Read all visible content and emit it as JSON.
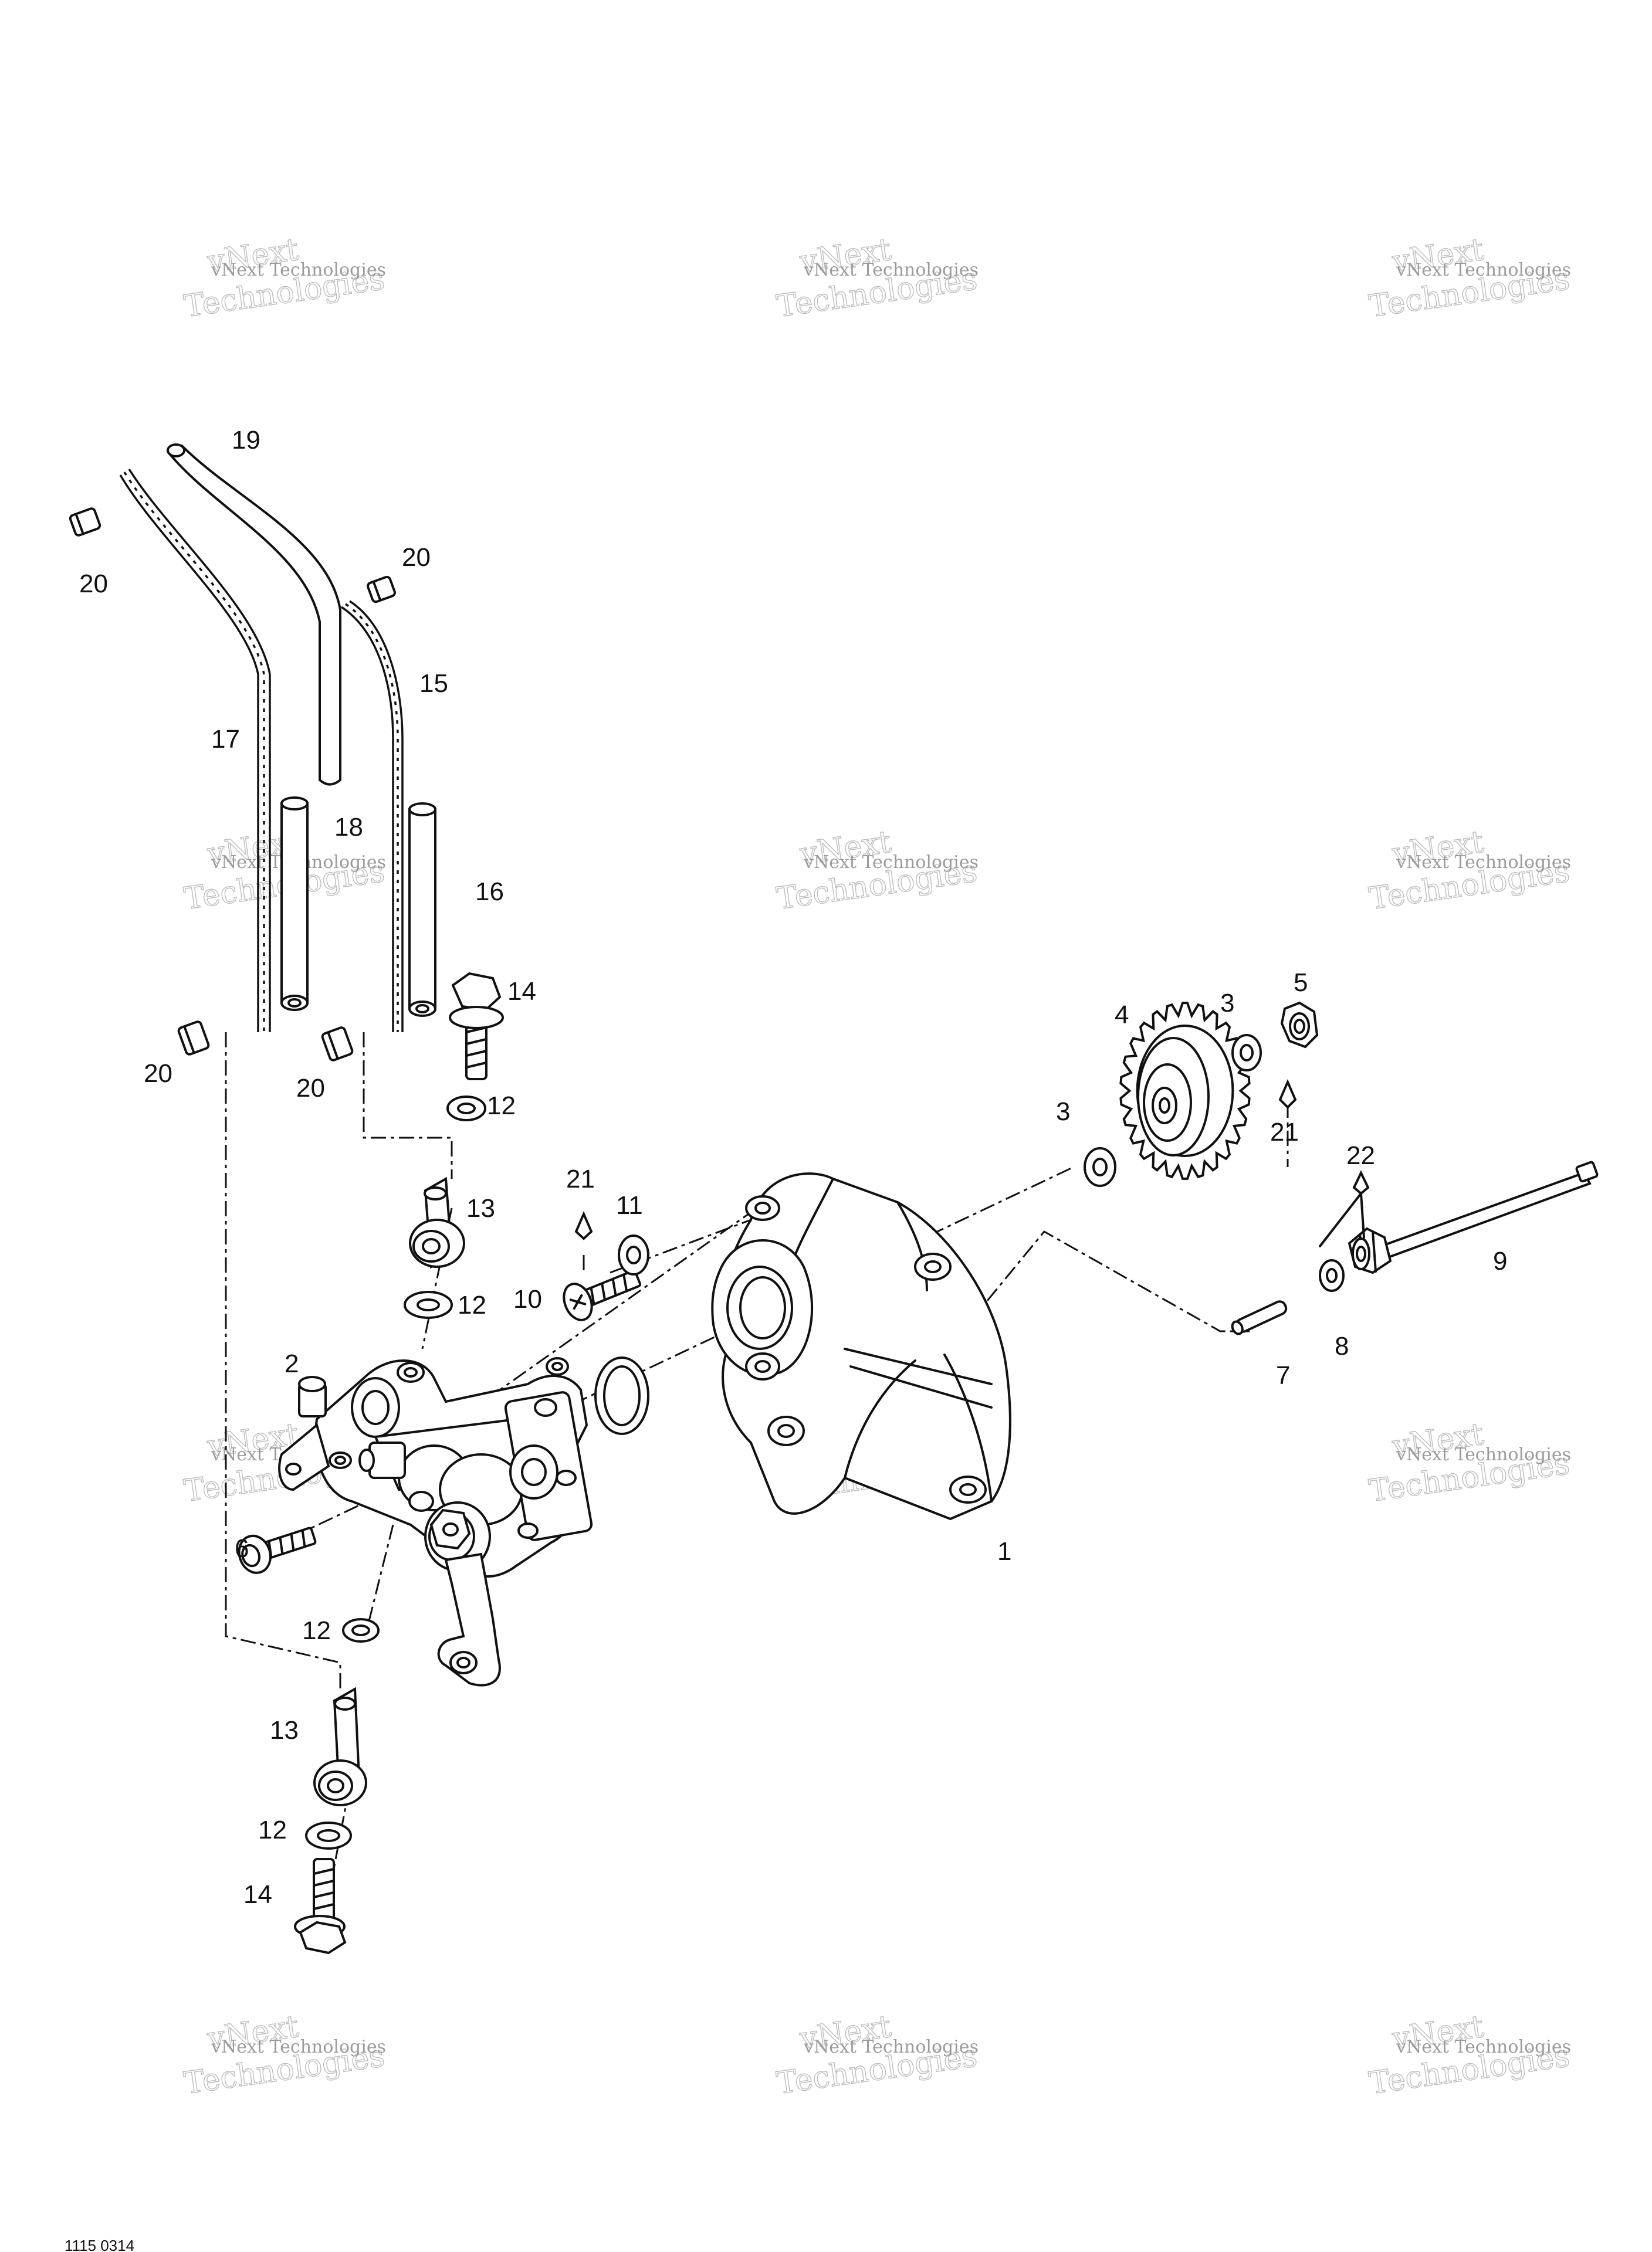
{
  "callouts": {
    "c1": "1",
    "c2": "2",
    "c3a": "3",
    "c3b": "3",
    "c4": "4",
    "c5": "5",
    "c6": "6",
    "c7": "7",
    "c8": "8",
    "c9": "9",
    "c10": "10",
    "c11": "11",
    "c12a": "12",
    "c12b": "12",
    "c12c": "12",
    "c12d": "12",
    "c13a": "13",
    "c13b": "13",
    "c14a": "14",
    "c14b": "14",
    "c15": "15",
    "c16": "16",
    "c17": "17",
    "c18": "18",
    "c19": "19",
    "c20a": "20",
    "c20b": "20",
    "c20c": "20",
    "c20d": "20",
    "c21a": "21",
    "c21b": "21",
    "c22": "22"
  },
  "watermark": {
    "line1": "vNext Technologies",
    "line2": "Technologies",
    "overlay": "vNext"
  },
  "diagram_code": "1115 0314",
  "colors": {
    "ink": "#111111",
    "watermark": "#9a9a9a",
    "background": "#ffffff"
  }
}
